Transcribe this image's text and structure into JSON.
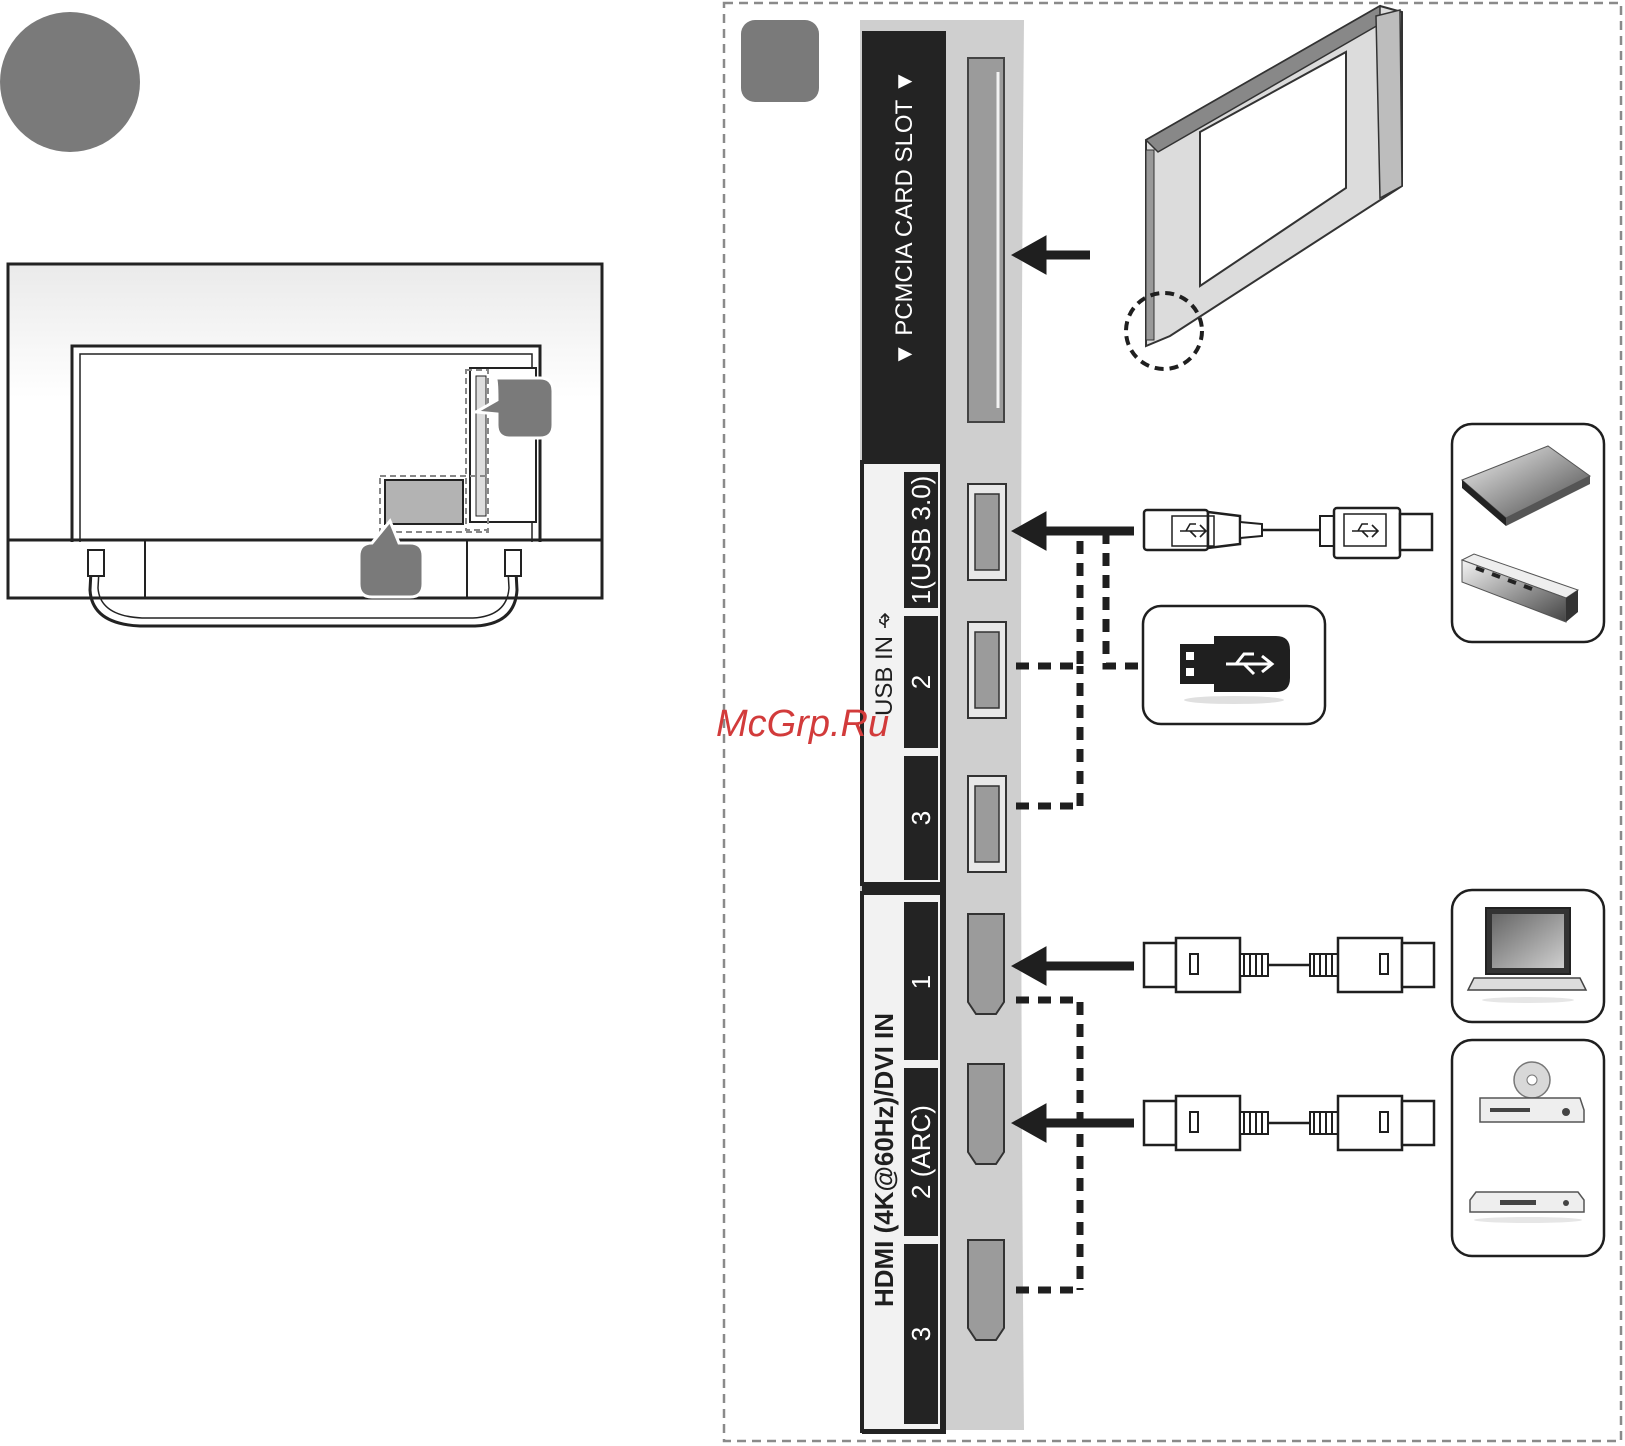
{
  "colors": {
    "badge": "#7a7a7a",
    "panel": "#cfcfcf",
    "label_strip": "#232323",
    "port": "#9b9b9b",
    "dashed_border": "#8a8a8a",
    "watermark": "#d23b3b"
  },
  "labels": {
    "pcmcia": "▼ PCMCIA CARD SLOT ▼",
    "usb_group": "USB IN",
    "usb1": "1(USB 3.0)",
    "usb2": "2",
    "usb3": "3",
    "hdmi_group": "HDMI (4K@60Hz)/DVI IN",
    "hdmi1": "1",
    "hdmi2": "2 (ARC)",
    "hdmi3": "3"
  },
  "watermark": "McGrp.Ru",
  "icons": {
    "usb_symbol": "usb-icon",
    "usb_stick": "usb-stick-icon",
    "hard_drive": "hard-drive-icon",
    "usb_hub": "usb-hub-icon",
    "laptop": "laptop-icon",
    "dvd_player": "dvd-player-icon",
    "set_top_box": "set-top-box-icon",
    "ci_card": "ci-card-icon"
  }
}
